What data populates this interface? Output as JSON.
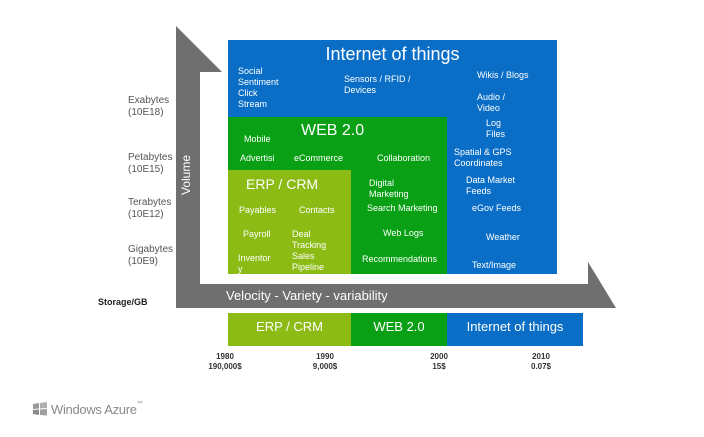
{
  "colors": {
    "blue": "#0a6ec6",
    "green": "#0aa015",
    "lime": "#8dbb16",
    "arrow": "#6f6f6f",
    "axis_text": "#555555"
  },
  "volume_axis": {
    "label": "Volume",
    "levels": [
      {
        "name": "Exabytes",
        "unit": "(10E18)"
      },
      {
        "name": "Petabytes",
        "unit": "(10E15)"
      },
      {
        "name": "Terabytes",
        "unit": "(10E12)"
      },
      {
        "name": "Gigabytes",
        "unit": "(10E9)"
      }
    ]
  },
  "storage_label": "Storage/GB",
  "velocity_label": "Velocity - Variety  -  variability",
  "iot": {
    "title": "Internet of things",
    "items": [
      "Social Sentiment",
      "Click Stream",
      "Sensors / RFID / Devices",
      "Wikis / Blogs",
      "Audio / Video",
      "Log Files",
      "Spatial & GPS Coordinates",
      "Data Market Feeds",
      "eGov Feeds",
      "Weather",
      "Text/Image"
    ]
  },
  "web2": {
    "title": "WEB 2.0",
    "items": [
      "Mobile",
      "Advertising",
      "eCommerce",
      "Collaboration",
      "Digital Marketing",
      "Search Marketing",
      "Web Logs",
      "Recommendations"
    ]
  },
  "erp": {
    "title": "ERP / CRM",
    "items": [
      "Payables",
      "Contacts",
      "Payroll",
      "Deal Tracking",
      "Sales Pipeline",
      "Inventory"
    ]
  },
  "timeline": {
    "bars": [
      "ERP / CRM",
      "WEB 2.0",
      "Internet of things"
    ],
    "points": [
      {
        "year": "1980",
        "cost": "190,000$"
      },
      {
        "year": "1990",
        "cost": "9,000$"
      },
      {
        "year": "2000",
        "cost": "15$"
      },
      {
        "year": "2010",
        "cost": "0.07$"
      }
    ]
  },
  "logo": {
    "text": "Windows Azure",
    "trademark": "™"
  }
}
